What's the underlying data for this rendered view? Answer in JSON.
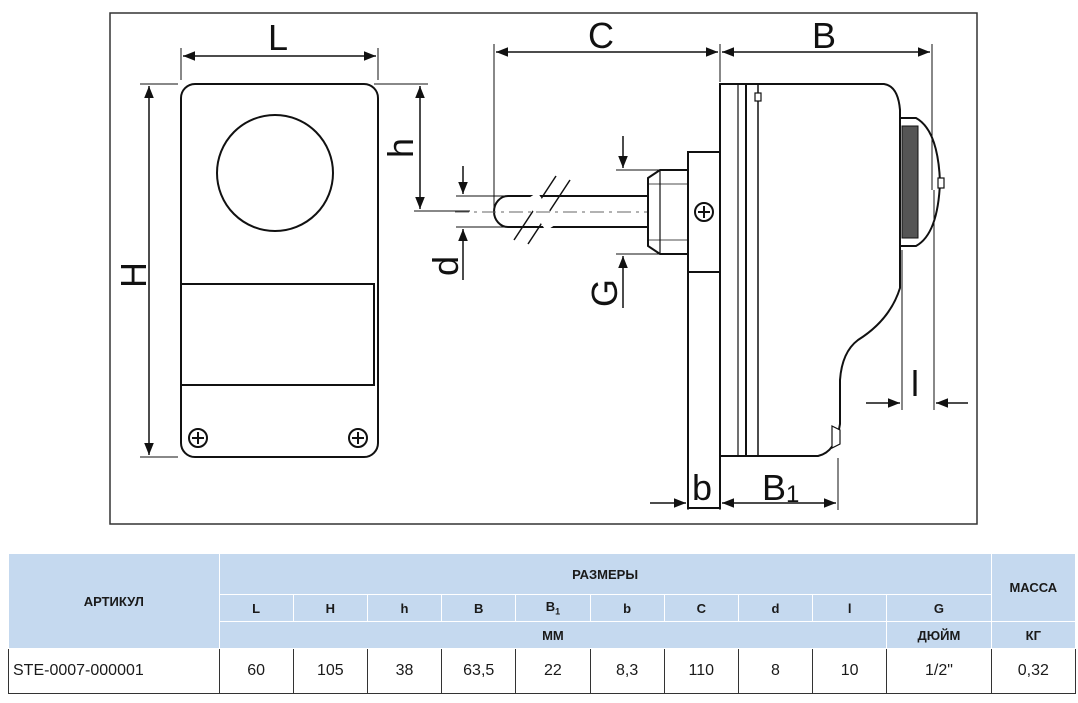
{
  "drawing": {
    "labels": {
      "L": "L",
      "H": "H",
      "h": "h",
      "d": "d",
      "C": "C",
      "G": "G",
      "B": "B",
      "B1_main": "B",
      "B1_sub": "1",
      "b": "b",
      "l": "l"
    }
  },
  "table": {
    "article_header": "АРТИКУЛ",
    "dimensions_header": "РАЗМЕРЫ",
    "mass_header": "МАССА",
    "columns": [
      "L",
      "H",
      "h",
      "B",
      "B",
      "b",
      "C",
      "d",
      "l",
      "G"
    ],
    "b1_sub": "1",
    "units_mm": "ММ",
    "units_inch": "ДЮЙМ",
    "units_kg": "КГ",
    "row": {
      "article": "STE-0007-000001",
      "L": "60",
      "H": "105",
      "h": "38",
      "B": "63,5",
      "B1": "22",
      "b": "8,3",
      "C": "110",
      "d": "8",
      "l": "10",
      "G": "1/2\"",
      "mass": "0,32"
    }
  }
}
